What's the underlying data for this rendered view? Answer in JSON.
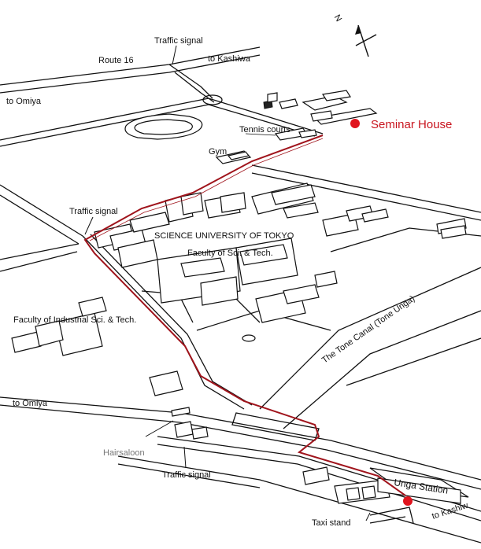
{
  "labels": {
    "route16": "Route 16",
    "traffic_signal_top": "Traffic signal",
    "to_kashiwa_top": "to Kashiwa",
    "to_omiya_top": "to Omiya",
    "tennis_courts": "Tennis courts",
    "gym": "Gym",
    "seminar_house": "Seminar House",
    "traffic_signal_mid": "Traffic signal",
    "science_university": "SCIENCE UNIVERSITY OF TOKYO",
    "faculty_sci_tech": "Faculty of Sci. & Tech.",
    "faculty_industrial": "Faculty of Industrial Sci. & Tech.",
    "tone_canal": "The Tone Canal (Tone Unga)",
    "to_omiya_bottom": "to Omiya",
    "hairsaloon": "Hairsaloon",
    "traffic_signal_bottom": "Traffic signal",
    "unga_station": "Unga Station",
    "taxi_stand": "Taxi stand",
    "to_kashiwa_bottom": "to Kashiw",
    "north_n": "N"
  },
  "colors": {
    "route": "#a0141c",
    "marker": "#e0141e",
    "ink": "#111111",
    "gray_text": "#777777"
  },
  "markers": {
    "seminar_house_icon": "red-dot",
    "station_icon": "red-dot"
  }
}
